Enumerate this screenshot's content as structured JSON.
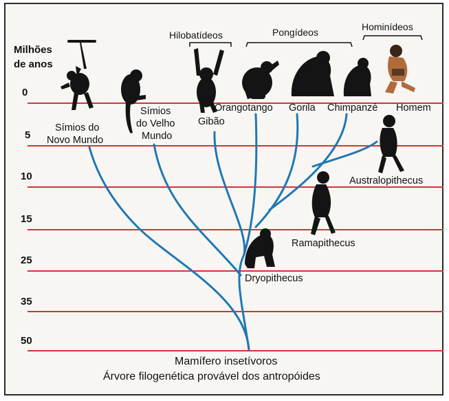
{
  "axis": {
    "title_line1": "Milhões",
    "title_line2": "de anos",
    "ticks": [
      "0",
      "5",
      "10",
      "15",
      "25",
      "35",
      "50"
    ]
  },
  "groups": {
    "hylobatids": "Hilobatídeos",
    "pongids": "Pongídeos",
    "hominids": "Hominídeos"
  },
  "taxa": {
    "new_world_line1": "Símios do",
    "new_world_line2": "Novo Mundo",
    "old_world_line1": "Símios",
    "old_world_line2": "do Velho",
    "old_world_line3": "Mundo",
    "gibbon": "Gibão",
    "orangutan": "Orangotango",
    "gorilla": "Gorila",
    "chimpanzee": "Chimpanzé",
    "human": "Homem",
    "australopithecus": "Australopithecus",
    "ramapithecus": "Ramapithecus",
    "dryopithecus": "Dryopithecus",
    "root": "Mamífero insetívoros"
  },
  "caption": "Árvore filogenética provável dos antropóides",
  "colors": {
    "grid_line": "#d6323a",
    "branch": "#1f77b4",
    "silhouette": "#141414",
    "human_skin": "#b06a3c"
  },
  "icons": [
    "new-world-monkey-icon",
    "old-world-monkey-icon",
    "gibbon-icon",
    "orangutan-icon",
    "gorilla-icon",
    "chimpanzee-icon",
    "human-icon",
    "australopithecus-icon",
    "ramapithecus-icon",
    "dryopithecus-icon"
  ]
}
